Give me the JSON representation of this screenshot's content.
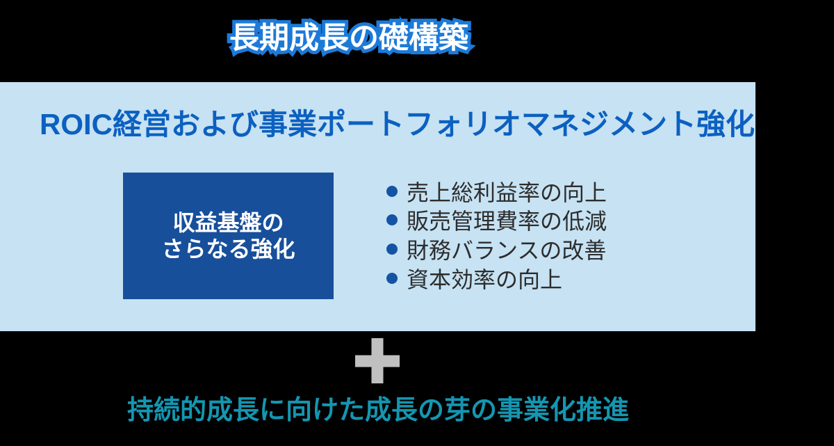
{
  "slide": {
    "background_color": "#000000",
    "title": {
      "text": "長期成長の礎構築",
      "text_color": "#ffffff",
      "outline_color": "#1c7ad8"
    },
    "panel": {
      "background_color": "#c6e2f3",
      "heading": "ROIC経営および事業ポートフォリオマネジメント強化",
      "heading_color": "#0c60c0",
      "highlight_box": {
        "background_color": "#174f9b",
        "text_color": "#ffffff",
        "line1": "収益基盤の",
        "line2": "さらなる強化"
      },
      "bullets": {
        "marker_color": "#1554a4",
        "text_color": "#2d2d2d",
        "items": [
          "売上総利益率の向上",
          "販売管理費率の低減",
          "財務バランスの改善",
          "資本効率の向上"
        ]
      }
    },
    "plus": {
      "symbol": "+",
      "color": "#c0c0c0"
    },
    "footer": {
      "text": "持続的成長に向けた成長の芽の事業化推進",
      "color": "#1496b1"
    }
  }
}
